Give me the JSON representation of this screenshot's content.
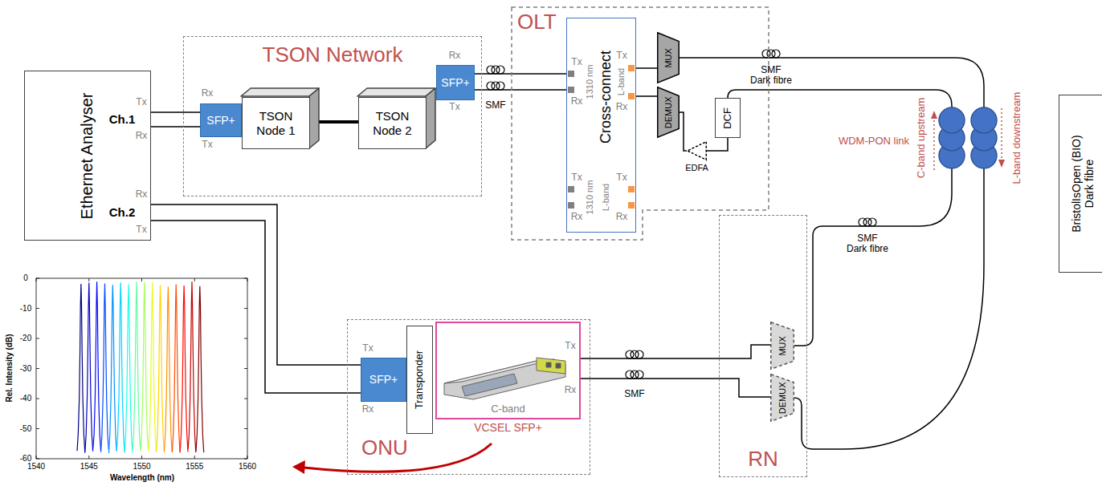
{
  "diagram": {
    "nodes": [
      {
        "text": [
          "Ethernet Analyser"
        ]
      },
      {
        "text": [
          "TSON Network"
        ]
      },
      {
        "text": [
          "SFP+"
        ],
        "in": 1
      },
      {
        "text": [
          "TSON Node 1"
        ],
        "in": 1
      },
      {
        "text": [
          "TSON Node 2"
        ],
        "in": 1
      },
      {
        "text": [
          "SFP+"
        ],
        "in": 1
      },
      {
        "text": [
          "OLT"
        ]
      },
      {
        "text": [
          "Cross-connect"
        ],
        "in": 6
      },
      {
        "text": [
          "MUX"
        ],
        "in": 6
      },
      {
        "text": [
          "DEMUX"
        ],
        "in": 6
      },
      {
        "text": [
          "EDFA"
        ],
        "in": 6
      },
      {
        "text": [
          "DCF"
        ],
        "in": 6
      },
      {
        "text": [
          "ONU"
        ]
      },
      {
        "text": [
          "SFP+"
        ],
        "in": 12
      },
      {
        "text": [
          "Transponder"
        ],
        "in": 12
      },
      {
        "text": [
          "C-band",
          "VCSEL SFP+"
        ],
        "in": 12
      },
      {
        "text": [
          "RN"
        ]
      },
      {
        "text": [
          "MUX"
        ],
        "in": 16
      },
      {
        "text": [
          "DEMUX"
        ],
        "in": 16
      },
      {
        "text": [
          "BristolIsOpen (BIO) Dark fibre"
        ]
      }
    ],
    "edges": [
      {
        "from": 0,
        "to": 2,
        "arrow": "none"
      },
      {
        "from": 2,
        "to": 0,
        "arrow": "none"
      },
      {
        "from": 3,
        "to": 4,
        "arrow": "none"
      },
      {
        "from": 5,
        "to": 7,
        "arrow": "none"
      },
      {
        "from": 7,
        "to": 5,
        "arrow": "none"
      },
      {
        "from": 7,
        "to": 8,
        "arrow": "none"
      },
      {
        "from": 9,
        "to": 7,
        "arrow": "none"
      },
      {
        "from": 8,
        "to": 18,
        "arrow": "none"
      },
      {
        "from": 17,
        "to": 11,
        "arrow": "none"
      },
      {
        "from": 11,
        "to": 10,
        "arrow": "none"
      },
      {
        "from": 10,
        "to": 9,
        "arrow": "none"
      },
      {
        "from": 0,
        "to": 13,
        "arrow": "none"
      },
      {
        "from": 13,
        "to": 0,
        "arrow": "none"
      },
      {
        "from": 15,
        "to": 17,
        "arrow": "none"
      },
      {
        "from": 18,
        "to": 15,
        "arrow": "none"
      }
    ],
    "labels": [
      "Tx",
      "Ch.1",
      "Rx",
      "Rx",
      "Ch.2",
      "Tx",
      "Rx",
      "Tx",
      "Rx",
      "Tx",
      "SMF",
      "Tx",
      "Rx",
      "1310 nm",
      "Tx",
      "Rx",
      "L-band",
      "Tx",
      "Rx",
      "1310 nm",
      "L-band",
      "Tx",
      "Rx",
      "SMF",
      "Dark fibre",
      "WDM-PON link",
      "C-band upstream",
      "L-band downstream",
      "SMF",
      "Dark fibre",
      "Tx",
      "Rx",
      "Tx",
      "Rx",
      "SMF",
      "0",
      "-10",
      "-20",
      "-30",
      "-40",
      "-50",
      "-60",
      "1540",
      "1545",
      "1550",
      "1555",
      "1560",
      "Rel. Intensity (dB)",
      "Wavelength (nm)"
    ]
  }
}
